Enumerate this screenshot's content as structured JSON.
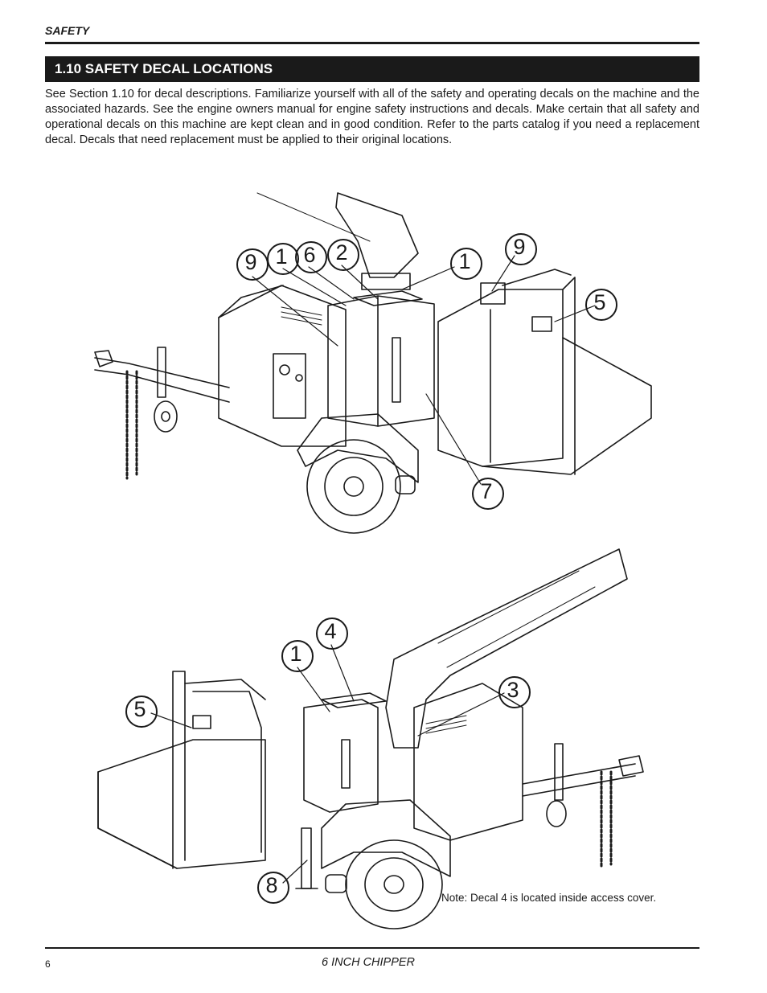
{
  "header": {
    "label": "SAFETY"
  },
  "section": {
    "title": "1.10   SAFETY DECAL LOCATIONS"
  },
  "intro": "See Section 1.10 for decal descriptions.  Familiarize yourself with all of the safety and operating decals on the machine and the associated hazards.  See the engine owners manual for engine safety instructions and decals.  Make certain that all safety and operational decals on this machine are kept clean and in good condition.  Refer to the parts catalog if you need a replacement decal.  Decals that need replacement must be applied to their original locations.",
  "callouts_top": [
    "9",
    "1",
    "6",
    "2",
    "1",
    "9",
    "5",
    "7"
  ],
  "callouts_bottom": [
    "1",
    "4",
    "3",
    "5",
    "8"
  ],
  "note": "Note:  Decal 4 is located inside access cover.",
  "footer": {
    "page": "6",
    "title": "6 INCH CHIPPER"
  }
}
